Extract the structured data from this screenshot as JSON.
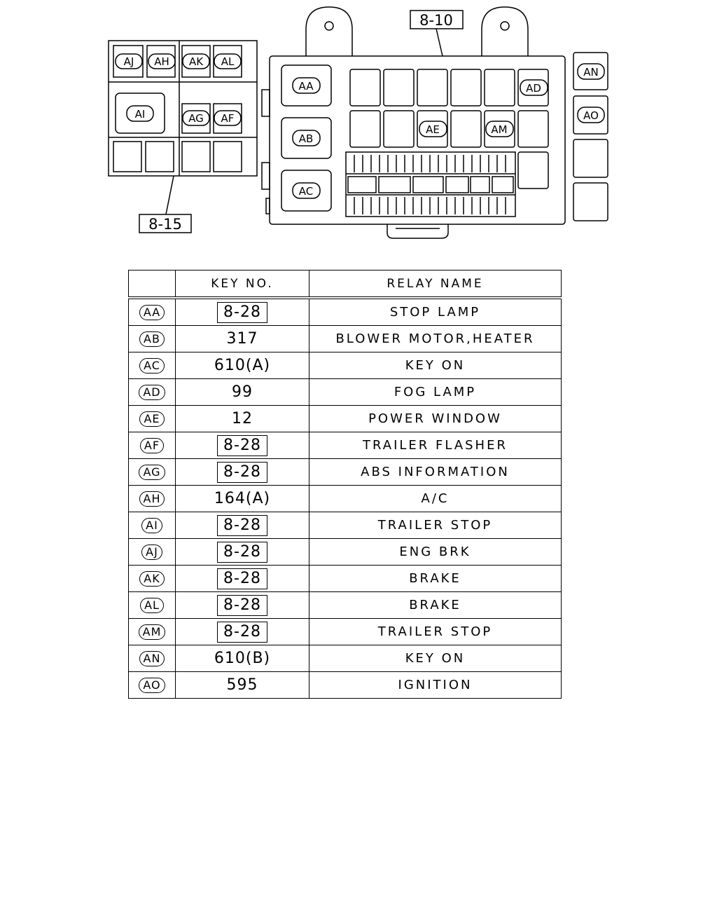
{
  "diagram": {
    "ref_left": "8-15",
    "ref_right": "8-10",
    "left_block": [
      "AJ",
      "AH",
      "AK",
      "AL",
      "AI",
      "AG",
      "AF"
    ],
    "big_relays": [
      "AA",
      "AB",
      "AC"
    ],
    "grid_relays": [
      "AD",
      "AE",
      "AM"
    ],
    "side_relays": [
      "AN",
      "AO"
    ]
  },
  "table": {
    "headers": {
      "symbol": "",
      "key": "KEY NO.",
      "name": "RELAY NAME"
    },
    "rows": [
      {
        "symbol": "AA",
        "key": "8-28",
        "boxed": true,
        "name": "STOP LAMP"
      },
      {
        "symbol": "AB",
        "key": "317",
        "boxed": false,
        "name": "BLOWER MOTOR,HEATER"
      },
      {
        "symbol": "AC",
        "key": "610(A)",
        "boxed": false,
        "name": "KEY ON"
      },
      {
        "symbol": "AD",
        "key": "99",
        "boxed": false,
        "name": "FOG LAMP"
      },
      {
        "symbol": "AE",
        "key": "12",
        "boxed": false,
        "name": "POWER WINDOW"
      },
      {
        "symbol": "AF",
        "key": "8-28",
        "boxed": true,
        "name": "TRAILER FLASHER"
      },
      {
        "symbol": "AG",
        "key": "8-28",
        "boxed": true,
        "name": "ABS INFORMATION"
      },
      {
        "symbol": "AH",
        "key": "164(A)",
        "boxed": false,
        "name": "A/C"
      },
      {
        "symbol": "AI",
        "key": "8-28",
        "boxed": true,
        "name": "TRAILER STOP"
      },
      {
        "symbol": "AJ",
        "key": "8-28",
        "boxed": true,
        "name": "ENG BRK"
      },
      {
        "symbol": "AK",
        "key": "8-28",
        "boxed": true,
        "name": "BRAKE"
      },
      {
        "symbol": "AL",
        "key": "8-28",
        "boxed": true,
        "name": "BRAKE"
      },
      {
        "symbol": "AM",
        "key": "8-28",
        "boxed": true,
        "name": "TRAILER STOP"
      },
      {
        "symbol": "AN",
        "key": "610(B)",
        "boxed": false,
        "name": "KEY ON"
      },
      {
        "symbol": "AO",
        "key": "595",
        "boxed": false,
        "name": "IGNITION"
      }
    ]
  }
}
